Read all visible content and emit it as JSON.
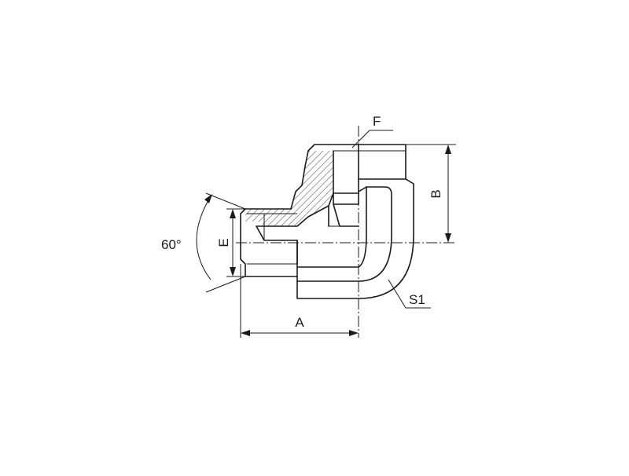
{
  "labels": {
    "angle": "60°",
    "a": "A",
    "b": "B",
    "e": "E",
    "f": "F",
    "s1": "S1"
  },
  "colors": {
    "line": "#1a1a1a",
    "background": "#ffffff"
  }
}
